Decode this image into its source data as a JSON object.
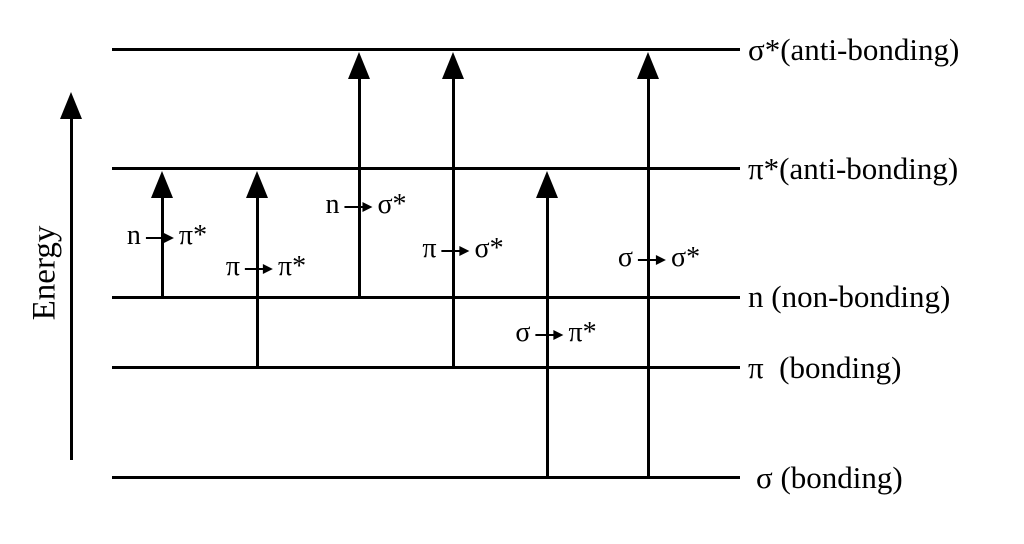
{
  "canvas": {
    "background": "#ffffff",
    "ink": "#000000"
  },
  "energy_axis": {
    "label": "Energy"
  },
  "levels": [
    {
      "name": "sigma-star",
      "label": "σ*(anti-bonding)"
    },
    {
      "name": "pi-star",
      "label": "π*(anti-bonding)"
    },
    {
      "name": "n",
      "label": "n (non-bonding)"
    },
    {
      "name": "pi",
      "label": "π  (bonding)"
    },
    {
      "name": "sigma",
      "label": "σ (bonding)"
    }
  ],
  "transitions": [
    {
      "name": "n-to-pi-star",
      "from_label": "n",
      "to_label": "π*"
    },
    {
      "name": "pi-to-pi-star",
      "from_label": "π",
      "to_label": "π*"
    },
    {
      "name": "n-to-sigma-star",
      "from_label": "n",
      "to_label": "σ*"
    },
    {
      "name": "pi-to-sigma-star",
      "from_label": "π",
      "to_label": "σ*"
    },
    {
      "name": "sigma-to-pi-star",
      "from_label": "σ",
      "to_label": "π*"
    },
    {
      "name": "sigma-to-sigma-star",
      "from_label": "σ",
      "to_label": "σ*"
    }
  ]
}
